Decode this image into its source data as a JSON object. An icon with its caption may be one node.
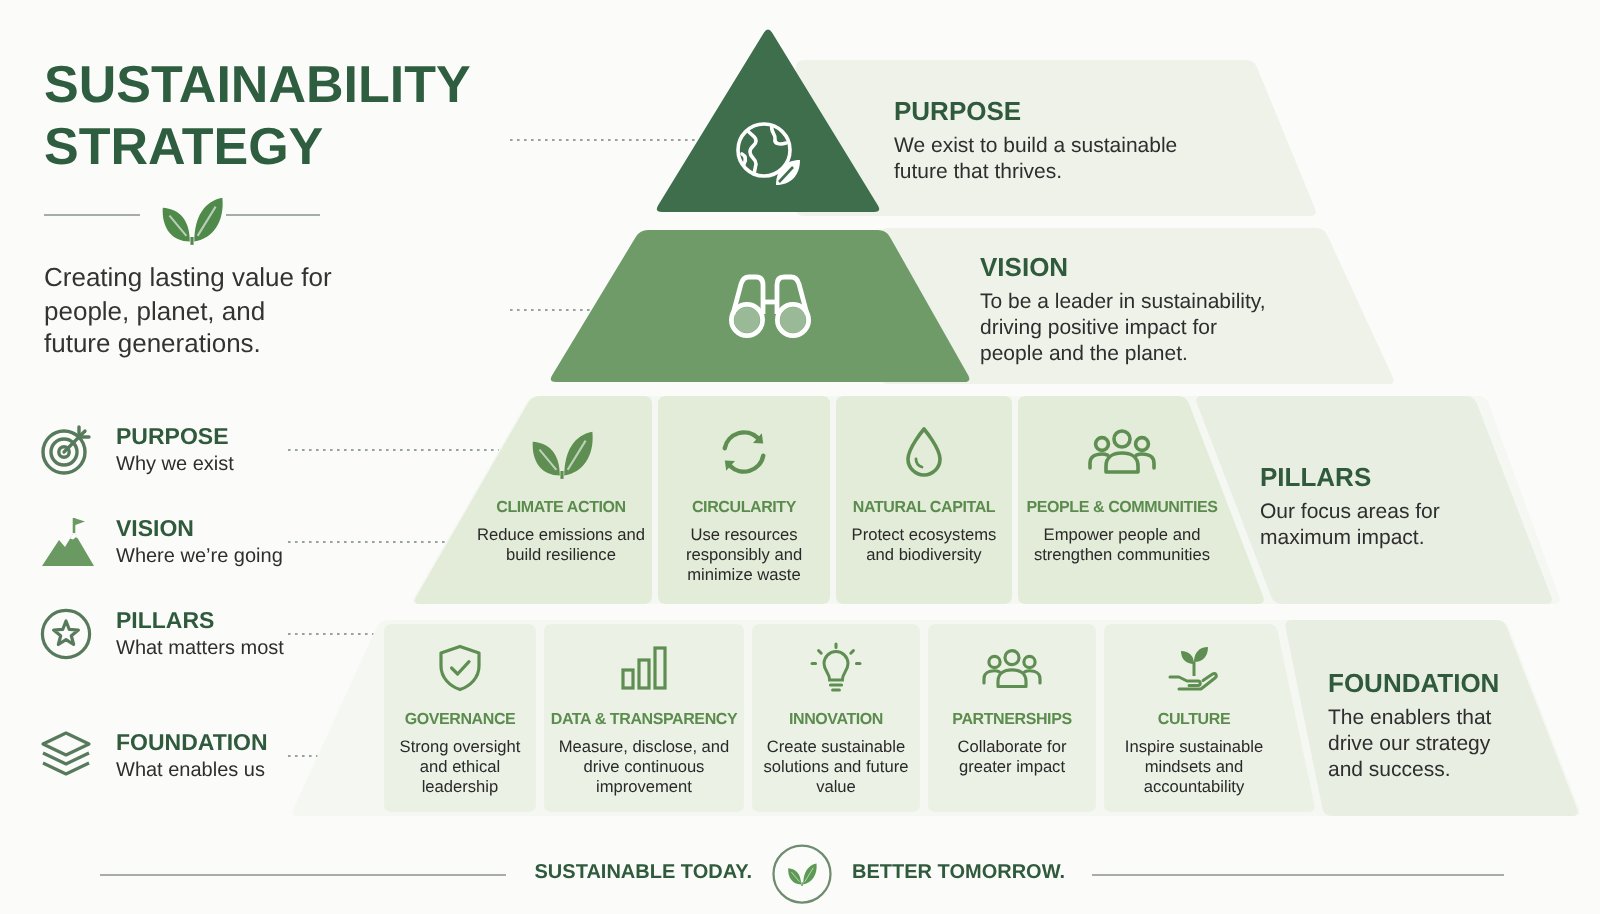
{
  "diagram": {
    "title": "SUSTAINABILITY STRATEGY",
    "nodes": [
      {
        "text": [
          "PURPOSE",
          "Why we exist"
        ]
      },
      {
        "text": [
          "VISION",
          "Where we’re going"
        ]
      },
      {
        "text": [
          "PILLARS",
          "What matters most"
        ]
      },
      {
        "text": [
          "FOUNDATION",
          "What enables us"
        ]
      },
      {
        "text": [],
        "shape": "triangle"
      },
      {
        "text": [
          "PURPOSE",
          "We exist to build a sustainable future that thrives."
        ]
      },
      {
        "text": [],
        "shape": "trapezoid"
      },
      {
        "text": [
          "VISION",
          "To be a leader in sustainability, driving positive impact for people and the planet."
        ]
      },
      {
        "text": [],
        "shape": "trapezoid"
      },
      {
        "text": [
          "CLIMATE ACTION",
          "Reduce emissions and build resilience"
        ],
        "in": 8
      },
      {
        "text": [
          "CIRCULARITY",
          "Use resources responsibly and minimize waste"
        ],
        "in": 8
      },
      {
        "text": [
          "NATURAL CAPITAL",
          "Protect ecosystems and biodiversity"
        ],
        "in": 8
      },
      {
        "text": [
          "PEOPLE & COMMUNITIES",
          "Empower people and strengthen communities"
        ],
        "in": 8
      },
      {
        "text": [
          "PILLARS",
          "Our focus areas for maximum impact."
        ],
        "in": 8
      },
      {
        "text": [],
        "shape": "trapezoid"
      },
      {
        "text": [
          "GOVERNANCE",
          "Strong oversight and ethical leadership"
        ],
        "in": 14
      },
      {
        "text": [
          "DATA & TRANSPARENCY",
          "Measure, disclose, and drive continuous improvement"
        ],
        "in": 14
      },
      {
        "text": [
          "INNOVATION",
          "Create sustainable solutions and future value"
        ],
        "in": 14
      },
      {
        "text": [
          "PARTNERSHIPS",
          "Collaborate for greater impact"
        ],
        "in": 14
      },
      {
        "text": [
          "CULTURE",
          "Inspire sustainable mindsets and accountability"
        ],
        "in": 14
      },
      {
        "text": [
          "FOUNDATION",
          "The enablers that drive our strategy and success."
        ],
        "in": 14
      }
    ],
    "edges": [
      {
        "from": null,
        "to": 4,
        "arrow": "none",
        "style": "dashed"
      },
      {
        "from": null,
        "to": 6,
        "arrow": "none",
        "style": "dashed"
      },
      {
        "from": 0,
        "to": 8,
        "arrow": "none",
        "style": "dashed"
      },
      {
        "from": 1,
        "to": 8,
        "arrow": "none",
        "style": "dashed"
      },
      {
        "from": 2,
        "to": 14,
        "arrow": "none",
        "style": "dashed"
      },
      {
        "from": 3,
        "to": 14,
        "arrow": "none",
        "style": "dashed"
      }
    ],
    "labels": [
      "Creating lasting value for people, planet, and future generations.",
      "SUSTAINABLE TODAY.",
      "BETTER TOMORROW."
    ]
  }
}
